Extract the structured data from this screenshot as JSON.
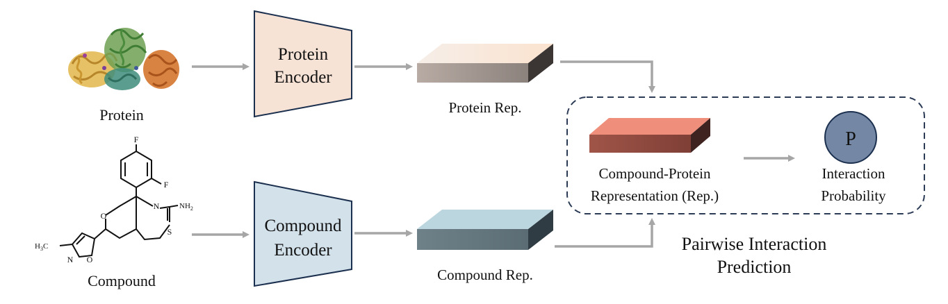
{
  "inputs": {
    "protein_label": "Protein",
    "compound_label": "Compound"
  },
  "encoders": {
    "protein": {
      "line1": "Protein",
      "line2": "Encoder",
      "fill": "#F7E3D6"
    },
    "compound": {
      "line1": "Compound",
      "line2": "Encoder",
      "fill": "#D3E1EB"
    }
  },
  "representations": {
    "protein_rep_label": "Protein Rep.",
    "compound_rep_label": "Compound Rep.",
    "protein_rep_color": "#B0A39C",
    "compound_rep_color": "#7F9099"
  },
  "pairwise": {
    "joint_rep_line1": "Compound-Protein",
    "joint_rep_line2": "Representation (Rep.)",
    "joint_rep_color": "#E9806E",
    "output_symbol": "P",
    "output_line1": "Interaction",
    "output_line2": "Probability",
    "output_color": "#7488A6",
    "title_line1": "Pairwise Interaction",
    "title_line2": "Prediction"
  },
  "compound_atoms": {
    "f_top": "F",
    "f_right": "F",
    "nh2": "NH",
    "nh2_sub": "2",
    "n_ring": "N",
    "s_ring": "S",
    "o_ring": "O",
    "ch3": "H",
    "ch3_sub": "3",
    "ch3_c": "C",
    "n_isox": "N",
    "o_isox": "O"
  },
  "colors": {
    "arrow": "#A6A6A6",
    "dashed_border": "#2B3A55"
  }
}
